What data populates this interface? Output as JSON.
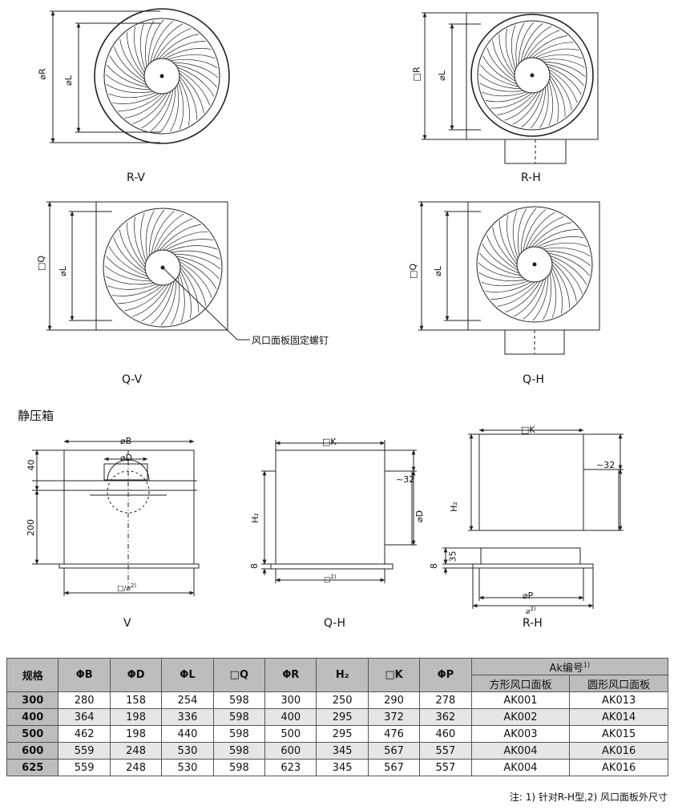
{
  "views": {
    "rv": {
      "name": "R-V",
      "dim_outer": "⌀R",
      "dim_inner": "⌀L"
    },
    "rh": {
      "name": "R-H",
      "dim_outer": "□R",
      "dim_inner": "⌀L"
    },
    "qv": {
      "name": "Q-V",
      "dim_outer": "□Q",
      "dim_inner": "⌀L",
      "callout": "风口面板固定螺钉"
    },
    "qh": {
      "name": "Q-H",
      "dim_outer": "□Q",
      "dim_inner": "⌀L"
    }
  },
  "section_title": "静压箱",
  "box_views": {
    "v": {
      "name": "V",
      "dim_top": "⌀B",
      "dim_spigot": "⌀D",
      "dim_h1": "40",
      "dim_h2": "200",
      "dim_bottom": "□/⌀"
    },
    "qh": {
      "name": "Q-H",
      "dim_top": "□K",
      "dim_side": "~32",
      "dim_d": "⌀D",
      "dim_h": "H₂",
      "dim_base": "8",
      "dim_bottom": "□"
    },
    "rh": {
      "name": "R-H",
      "dim_top": "□K",
      "dim_side": "~32",
      "dim_h": "H₂",
      "dim_35": "35",
      "dim_base": "8",
      "dim_p": "⌀P",
      "dim_bottom": "⌀"
    }
  },
  "table": {
    "header": {
      "spec": "规格",
      "cols": [
        "ΦB",
        "ΦD",
        "ΦL",
        "□Q",
        "ΦR",
        "H₂",
        "□K",
        "ΦP"
      ],
      "ak": "Ak编号",
      "ak_sup": "1)",
      "ak_sub": [
        "方形风口面板",
        "圆形风口面板"
      ]
    },
    "rows": [
      {
        "spec": "300",
        "vals": [
          "280",
          "158",
          "254",
          "598",
          "300",
          "250",
          "290",
          "278"
        ],
        "ak": [
          "AK001",
          "AK013"
        ]
      },
      {
        "spec": "400",
        "vals": [
          "364",
          "198",
          "336",
          "598",
          "400",
          "295",
          "372",
          "362"
        ],
        "ak": [
          "AK002",
          "AK014"
        ]
      },
      {
        "spec": "500",
        "vals": [
          "462",
          "198",
          "440",
          "598",
          "500",
          "295",
          "476",
          "460"
        ],
        "ak": [
          "AK003",
          "AK015"
        ]
      },
      {
        "spec": "600",
        "vals": [
          "559",
          "248",
          "530",
          "598",
          "600",
          "345",
          "567",
          "557"
        ],
        "ak": [
          "AK004",
          "AK016"
        ]
      },
      {
        "spec": "625",
        "vals": [
          "559",
          "248",
          "530",
          "598",
          "623",
          "345",
          "567",
          "557"
        ],
        "ak": [
          "AK004",
          "AK016"
        ]
      }
    ]
  },
  "note": "注: 1) 针对R-H型,2) 风口面板外尺寸"
}
